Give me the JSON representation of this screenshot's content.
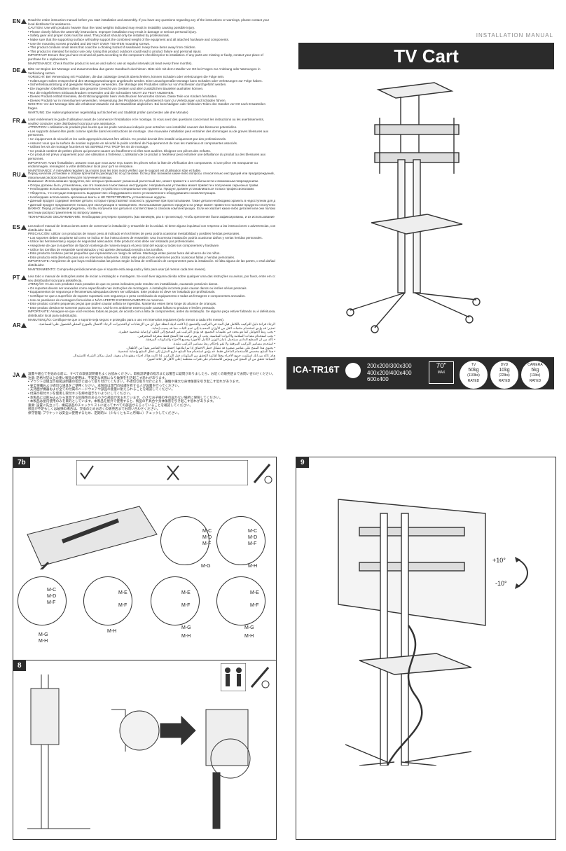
{
  "header": {
    "manual_label": "INSTALLATION MANUAL",
    "title": "TV Cart",
    "model": "ICA-TR16T",
    "vesa": [
      "200x200/300x300",
      "400x200/400x400",
      "600x400"
    ],
    "screen": {
      "size": "70\"",
      "sub": "MAX"
    },
    "ratings": [
      {
        "cap": "TV",
        "val": "50kg",
        "lbs": "(110lbs)",
        "r": "RATED"
      },
      {
        "cap": "DVD",
        "val": "10kg",
        "lbs": "(22lbs)",
        "r": "RATED"
      },
      {
        "cap": "CAMERA",
        "val": "5kg",
        "lbs": "(11lbs)",
        "r": "RATED"
      }
    ]
  },
  "languages": [
    {
      "code": "EN",
      "lines": [
        "Read the entire instruction manual before you start installation and assembly. If you have any questions regarding any of the instructions or warnings, please contact your",
        "local distributor for assistance.",
        "CAUTION: Use with products heavier than the rated weights indicated may result in instability causing possible injury.",
        "• Please closely follow the assembly instructions. Improper installation may result in damage or serious personal injury.",
        "• Safety gear and proper tools must be used. This product should only be installed by professionals.",
        "• Make sure that the supporting surface will safely support the combined weight of the equipment and all attached hardware and components.",
        "• Use the mounting screws provided and DO NOT OVER TIGHTEN mounting screws.",
        "• This product contains small items that could be a choking hazard if swallowed. Keep these items away from children.",
        "• This product is intended for indoor use only. Using this product outdoors could lead to product failure and personal injury.",
        "IMPORTANT: Ensure that you have received all parts according to the component checklist prior to installation. If any parts are missing or faulty, contact your place of",
        "purchase for a replacement.",
        "MAINTENANCE: Check that the product is secure and safe to use at regular intervals (at least every three months)."
      ]
    },
    {
      "code": "DE",
      "lines": [
        "Bitte vor Beginn der Montage und Zusammenbau das ganze Handbuch durchlesen. Bitte sich mit dem Händler vor Ort bei Fragen zur Anleitung oder Warnungen in",
        "Verbindung setzen.",
        "VORSICHT: Bei Verwendung mit Produkten, die das zulässige Gewicht überschreiten, können Schäden oder Verletzungen die Folge sein.",
        "• Halterungen sollen entsprechend den Montageanweisungen angebracht werden. Eine unsachgemäße Montage kann Schäden oder Verletzungen zur Folge haben.",
        "• Sicherheitsausrüstung und geeignete Werkzeuge verwenden. Die Montage des Produktes sollte nur von Fachleuten durchgeführt werden.",
        "• Die tragenden Oberflächen sollten das gesamte Gewicht von Geräten und allen zusätzlichen Bauteilen aushalten können.",
        "• Nur die mitgelieferten Einbauschrauben verwenden und die Schrauben NICHT ZU FEST ANZIEHEN.",
        "• Dieses Produkt enthält Kleinteile, die Erstickungsgefahr beim Verschlucken hervorrufen können. Diese Teile von Kindern fernhalten.",
        "• Dieses Produkt nur in Innenräumen verwenden. Verwendung des Produktes im Außenbereich kann zu Verletzungen und Schäden führen.",
        "WICHTIG: Vor der Montage bitte alle erhaltenen Bauteile mit der Bauteilliste abgleichen. Bei beschädigten oder fehlenden Teilen den Händler vor Ort nach Ersatzteilen",
        "fragen.",
        "WARTUNG: Die Halterungskammer regelmäßig auf Sicherheit und Stabilität prüfen (am besten alle drei Monate)"
      ]
    },
    {
      "code": "FR",
      "lines": [
        "Lisez entièrement le guide d'utilisateur avant de commencer l'installation et le montage. Si vous avez des questions concernant les instructions ou les avertissements,",
        "veuillez contacter votre distributeur local pour une assistance.",
        "ATTENTION: L'utilisation de produits plus lourds que les poids nominaux indiqués peut entraîner une instabilité causant des blessures potentielles.",
        "• Les supports doivent être joints comme spécifié dans les instructions de montage. Une mauvaise installation peut entraîner des dommages ou de graves blessures aux",
        "personnes.",
        "• Un équipement de sécurité et les outils appropriés doivent être utilisés. Ce produit devrait être installé uniquement par des professionnels.",
        "• Assurez vous que la surface de soutien supporte en sécurité le poids combiné de l'équipement et de tous les matériaux et composantes associés.",
        "• Utilisez les vis de montage fournies et NE SERREZ PAS TROP les vis de montage.",
        "• Ce produit contient de petites pièces qui peuvent causer un étouffement si elles sont avalées. Éloignez ces pièces des enfants.",
        "• Ce produit est prévu uniquement pour une utilisation à l'intérieur. L'utilisation de ce produit à l'extérieur peut entraîner une défaillance du produit ou des blessures aux",
        "personnes.",
        "IMPORTANT: Avant l'installation, assurez vous que vous avez reçu toutes les pièces selon la liste de vérification des composants. Si une pièce est manquante ou",
        "endommagée, renseignez à votre distributeur local pour qu'il se remplace.",
        "MAINTENANCE: À intervalles réguliers (au moins tous les trois mois) vérifiez que le support est d'utilisation sûre et fiable."
      ]
    },
    {
      "code": "RU",
      "lines": [
        "Перед началом установки и сборки прочитайте руководство по установке. Если у Вас возникли какие-либо вопросы относительно инструкций или предупреждений, свяжитесь с Вашим",
        "локальным распространителем для получения помощи.",
        "Внимание: Использование продуктов, вес которых превышает указанный расчетный вес, может привести к нестабильности и возможным повреждениям.",
        "• Опоры должны быть установлены, как это показано в монтажных инструкциях. Неправильная установка может привести к получению серьезных травм.",
        "• Необходимо использовать предохранительное устройство и специальные инструменты. Продукт должен устанавливаться только профессионалами.",
        "• Убедитесь, что несущая поверхность выдержит вес оборудования и всего установленного оборудования и комплектующих.",
        "• Необходимо использовать крепежные винты и НЕ ПЕРЕТЯГИВАТЬ установочные шурупы.",
        "• Данный продукт содержит мелкие детали, которые представляют опасность удушения при проглатывании. Такие детали необходимо хранить в недоступном для детей месте.",
        "• Данный продукт предназначен только для эксплуатации в помещениях. Использование данного продукта на улице может привести к поломке продукта и получению травм.",
        "ВАЖНО: Перед установкой убедитесь, что Вы получили все детали в соответствии со списком комплектующих. Если не хватает каких-либо деталей или они поломаны, свяжитесь с Вашим",
        "местным распространителем по вопросу замены.",
        "ТЕХНИЧЕСКОЕ ОБСЛУЖИВАНИЕ: Необходимо регулярно проверять (как минимум, раз в три месяца), чтобы крепления были зафиксированы, и их использование было безопасным."
      ]
    },
    {
      "code": "ES",
      "lines": [
        "Lea todo el manual de instrucciones antes de comenzar la instalación y ensamble de la unidad. Si tiene alguna inquietud con respecto a las instrucciones o advertencias, comuníquese con su",
        "distribuidor local.",
        "PRECAUCIÓN: utilizar con productos de mayor peso al indicado en los límites de peso podría ocasionar inestabilidad y posibles heridas personales.",
        "• Los soportes deben acoplarse tal como se indica en las instrucciones de ensamble. Una incorrecta instalación podría ocasionar daños y serias heridas personales.",
        "• Utilice las herramientas y equipo de seguridad adecuados. Este producto solo debe ser instalado por profesionales.",
        "• Asegúrese de que la superficie de fijación sostenga de manera segura el peso total del equipo y todas sus componentes y hardware.",
        "• Utilice los tornillos de ensamble suministrados y NO apriete demasiado tensión a los tornillos.",
        "• Este producto contiene piezas pequeñas que representan un riesgo de asfixia. Mantenga estas piezas fuera del alcance de los niños.",
        "• Este producto está diseñado para uso en interiores solamente. Utilizar este producto en exteriores podría ocasionar fallas y heridas personales.",
        "IMPORTANTE: Asegúrese de que haya recibido todas las piezas según la lista de verificación de componentes para la instalación. Si falta alguna de las partes, o está dañada, comuníquese con su",
        "distribuidor.",
        "MANTENIMIENTO: Compruebe periódicamente que el soporte está asegurado y listo para usar (al menos cada tres meses)."
      ]
    },
    {
      "code": "PT",
      "lines": [
        "Leia todo o manual de instruções antes de iniciar a instalação e montagem. Se você tiver alguma dúvida sobre qualquer uma das instruções ou avisos, por favor, entre em contato com o",
        "seu distribuidor local para assistência.",
        "ATENÇÃO: O uso com produtos mais pesados do que os pesos indicados pode resultar em instabilidade, causando possíveis danos.",
        "• Os suportes devem ser anexados como especificado nas instruções de montagem. A instalação incorreta pode causar danos ou lesões sérias pessoais.",
        "• Equipamentos de segurança e ferramentas adequadas devem ser utilizadas. Este produto só deve ser instalado por profissionais.",
        "• Certifique-se que a superfície de suporte suportará com segurança o peso combinado do equipamento e todas as ferragens e componentes anexados.",
        "• Use os parafusos de montagem fornecidos e NÃO APERTE EXCESSIVAMENTE os mesmos.",
        "• Este produto contém pequenas peças que podem causar asfixia se ingeridas. Mantenha esses itens longe do alcance de crianças.",
        "• Este produto destina-se somente para uso interno. Usá-lo em ambiente externo pode causar falhas no produto e lesões pessoais.",
        "IMPORTANTE: Assegure-se que você recebeu todas as peças, de acordo com a lista de componentes, antes da instalação. Se alguma peça estiver faltando ou é defeituosa, contate o seu",
        "distribuidor local para substituição.",
        "MANUTENÇÃO: Certifique-se que o suporte seja seguro e protegido para o uso em intervalos regulares (pelo menos a cada três meses)."
      ]
    },
    {
      "code": "AR",
      "lines": [
        "الرجاء قراءة دليل التركيب بالكامل قبل البدء في التركيب والتجميع. إذا كانت لديك أسئلة حول أي من الإرشادات أو التحذيرات، الرجاء الاتصال بالموزع المحلي للحصول على المساعدة.",
        "تحذير: قد يؤدي استخدام منتجات أثقل من الأوزان المحددة إلى عدم الثبات مما قد يسبب إصابة.",
        "• يجب ربط الحوامل كما هو محدد في تعليمات التجميع. قد يؤدي التركيب غير الصحيح إلى التلف أو إصابة شخصية خطيرة.",
        "• يجب استخدام معدات السلامة والأدوات المناسبة. يجب أن يتم تركيب هذا المنتج فقط بمعرفة المحترفين.",
        "• تأكد من أن السطح الداعم سيتحمل بأمان الوزن الكامل للأجهزة وجميع الأجزاء والمكونات المرفقة.",
        "• استخدم مسامير التركيب المرفقة ولا تقم بإحكام ربط مسامير التركيب بشدة.",
        "• يحتوي هذا المنتج على عناصر صغيرة قد تشكل خطر الاختناق إذا تم ابتلاعها. احفظ هذه العناصر بعيداً عن الأطفال.",
        "• هذا المنتج مخصص للاستخدام الداخلي فقط. قد يؤدي استخدام هذا المنتج خارج المنزل إلى عطل المنتج وإصابة شخصية.",
        "هام: تأكد من أنك استلمت جميع الأجزاء وفقاً لقائمة التحقق من المكونات قبل التركيب. إذا كانت هناك أجزاء مفقودة أو معيبة، اتصل بمكان الشراء للاستبدال.",
        "الصيانة: تحقق من أن المنتج آمن ومؤمن للاستخدام على فترات منتظمة (على الأقل كل ثلاثة أشهر)."
      ]
    },
    {
      "code": "JA",
      "lines": [
        "設置や組立てを始める前に、すべての取扱説明書をよくお読みください。取扱説明書の指示または警告に疑問がありましたら、お近くの販売店までお問い合わせください。",
        "注意: 定格付記以上の重い製品の使用は、不安定な状態になり破損を引き起こす恐れがあります。",
        "• マウントは組立の取扱説明書の指示に従って取り付けてください。不適切な取り付けにより、損傷や重大な身体傷害を引き起こす恐れがあります。",
        "• 安全保護および適切な道具をご使用ください。本製品は専門の知識を有する人が設置を行ってください。",
        "• 支持面が機器および全ての付属のハードウェアや部品の重量に耐えられることを確認してください。",
        "• 付属の取付ネジを使用し取付ネジを締め過ぎないようにしてください。",
        "• 本製品には飲み込んだら窒息する危険性のある小さな部品が含まれています。小さなお子様の手の届かない場所に保管してください。",
        "• 本製品は屋内使用のみを目的としています。本製品を屋外で使用すると、製品の不具合や身体傷害を引き起こす恐れがあります。",
        "重要: 設置に先立って、構成部品のチェックリストに従ってすべての部品がそろっていることを確認してください。",
        "部品が不足もしくは破損の場合は、交換のためお近くの販売店までお問い合わせください。",
        "保守管理: ブラケットは安全に使用するため、定期的に（少なくとも三ヵ月毎に）チェックしてください。"
      ]
    }
  ],
  "steps": {
    "s7b": "7b",
    "s8": "8",
    "s9": "9"
  },
  "parts": {
    "mc": "M-C",
    "md": "M-D",
    "mf": "M-F",
    "mg": "M-G",
    "mh": "M-H",
    "me": "M-E"
  },
  "tilt": {
    "up": "+10°",
    "down": "-10°"
  }
}
